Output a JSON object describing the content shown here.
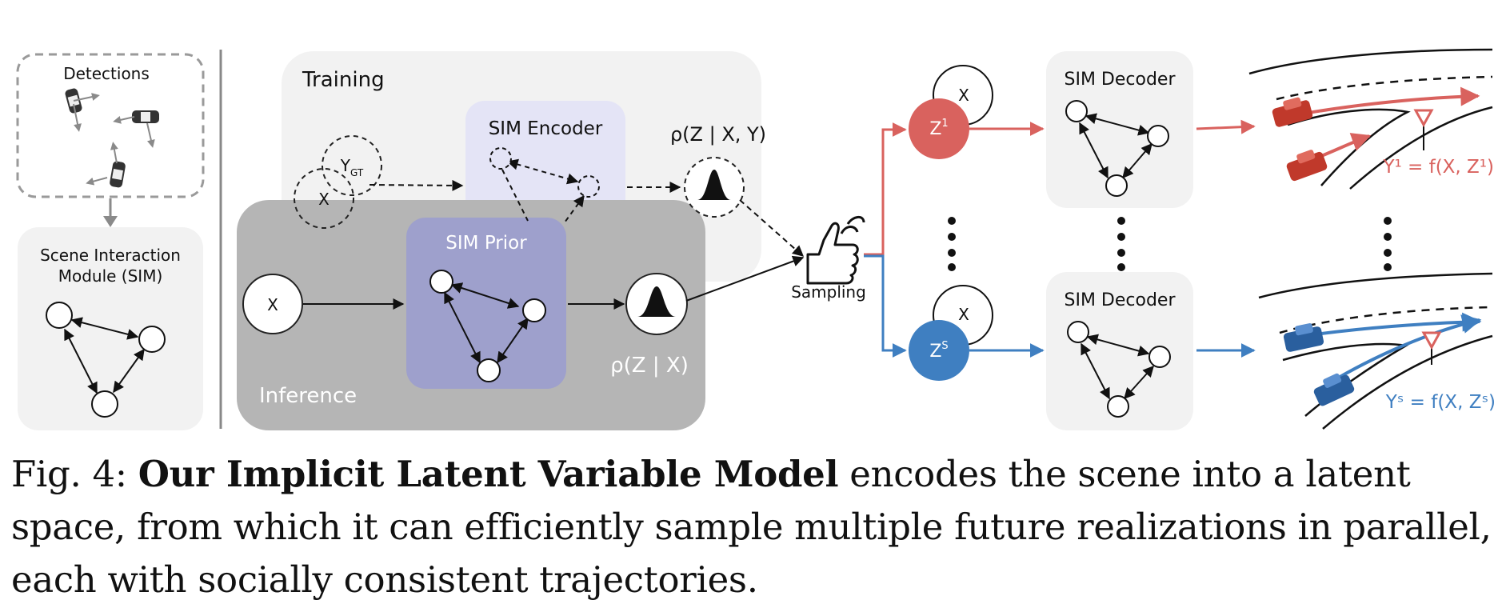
{
  "diagram": {
    "detections": {
      "title": "Detections"
    },
    "sim": {
      "title_line1": "Scene Interaction",
      "title_line2": "Module (SIM)"
    },
    "training": {
      "title": "Training",
      "encoder_title": "SIM Encoder",
      "posterior_label": "ρ(Z | X, Y)",
      "node_ygt_main": "Y",
      "node_ygt_sub": "GT",
      "node_x": "X"
    },
    "inference": {
      "title": "Inference",
      "prior_title": "SIM Prior",
      "prior_label": "ρ(Z | X)",
      "node_x": "X"
    },
    "sampling": {
      "label": "Sampling"
    },
    "samples": [
      {
        "latent_main": "Z",
        "latent_sup": "1",
        "context": "X",
        "decoder_title": "SIM Decoder",
        "output_label": "Y¹ = f(X, Z¹)",
        "color": "#d9625e"
      },
      {
        "latent_main": "Z",
        "latent_sup": "S",
        "context": "X",
        "decoder_title": "SIM Decoder",
        "output_label": "Yˢ = f(X, Zˢ)",
        "color": "#3f7fc1"
      }
    ],
    "colors": {
      "panel_light": "#f2f2f2",
      "panel_training": "#f2f2f2",
      "encoder_fill": "#e4e4f6",
      "inference_fill": "#b3b3b3",
      "prior_fill": "#9ea0cc",
      "red": "#d9625e",
      "blue": "#3f7fc1"
    }
  },
  "caption": {
    "prefix": "Fig. 4: ",
    "bold": "Our Implicit Latent Variable Model",
    "line1_rest": " encodes the scene into a latent",
    "line2": "space, from which it can efficiently sample multiple future realizations in parallel,",
    "line3": "each with socially consistent trajectories."
  }
}
